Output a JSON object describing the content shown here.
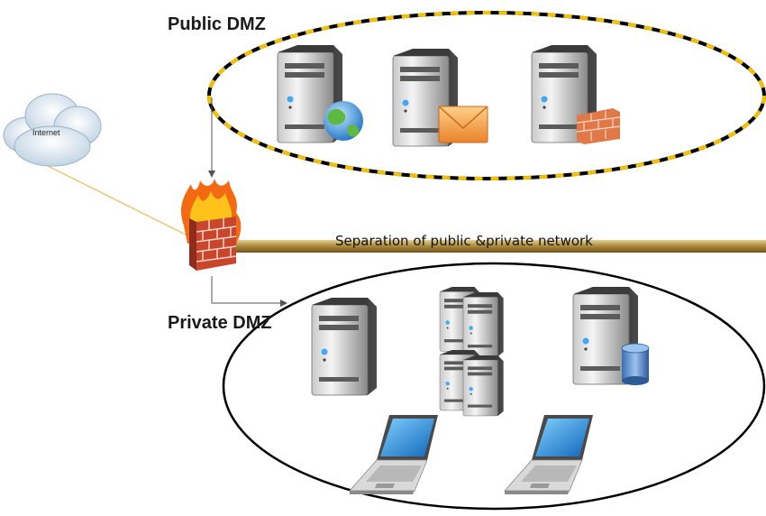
{
  "labels": {
    "public_zone": "Public DMZ",
    "private_zone": "Private DMZ",
    "internet": "Internet",
    "separation": "Separation of public &private network"
  },
  "icons": {
    "cloud": "cloud-icon",
    "firewall": "firewall-icon",
    "web_server": "web-server-icon",
    "mail_server": "mail-server-icon",
    "firewall_server": "firewall-server-icon",
    "tower_server": "tower-server-icon",
    "server_cluster": "server-cluster-icon",
    "database_server": "database-server-icon",
    "laptop": "laptop-icon"
  },
  "colors": {
    "zone_dash_yellow": "#f2c200",
    "zone_outline": "#000000",
    "separator_band": "#b89a4a",
    "internet_link": "#e8c77a",
    "connector": "#555555"
  }
}
